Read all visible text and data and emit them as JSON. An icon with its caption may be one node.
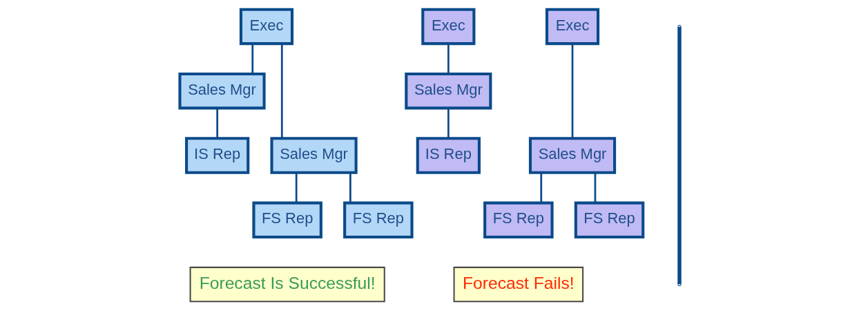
{
  "diagram": {
    "nodes": [
      {
        "text": [
          "Exec"
        ]
      },
      {
        "text": [
          "Sales Mgr"
        ]
      },
      {
        "text": [
          "Sales Mgr"
        ]
      },
      {
        "text": [
          "IS Rep"
        ]
      },
      {
        "text": [
          "FS Rep"
        ]
      },
      {
        "text": [
          "FS Rep"
        ]
      },
      {
        "text": [
          "Exec"
        ]
      },
      {
        "text": [
          "Exec"
        ]
      },
      {
        "text": [
          "Sales Mgr"
        ]
      },
      {
        "text": [
          "Sales Mgr"
        ]
      },
      {
        "text": [
          "IS Rep"
        ]
      },
      {
        "text": [
          "FS Rep"
        ]
      },
      {
        "text": [
          "FS Rep"
        ]
      },
      {
        "text": [
          "Forecast Is Successful!"
        ]
      },
      {
        "text": [
          "Forecast Fails!"
        ]
      }
    ],
    "edges": [
      {
        "from": 0,
        "to": 1,
        "arrow": "none"
      },
      {
        "from": 0,
        "to": 2,
        "arrow": "none"
      },
      {
        "from": 1,
        "to": 3,
        "arrow": "none"
      },
      {
        "from": 2,
        "to": 4,
        "arrow": "none"
      },
      {
        "from": 2,
        "to": 5,
        "arrow": "none"
      },
      {
        "from": 6,
        "to": 8,
        "arrow": "none"
      },
      {
        "from": 7,
        "to": 9,
        "arrow": "none"
      },
      {
        "from": 8,
        "to": 10,
        "arrow": "none"
      },
      {
        "from": 9,
        "to": 11,
        "arrow": "none"
      },
      {
        "from": 9,
        "to": 12,
        "arrow": "none"
      }
    ]
  }
}
